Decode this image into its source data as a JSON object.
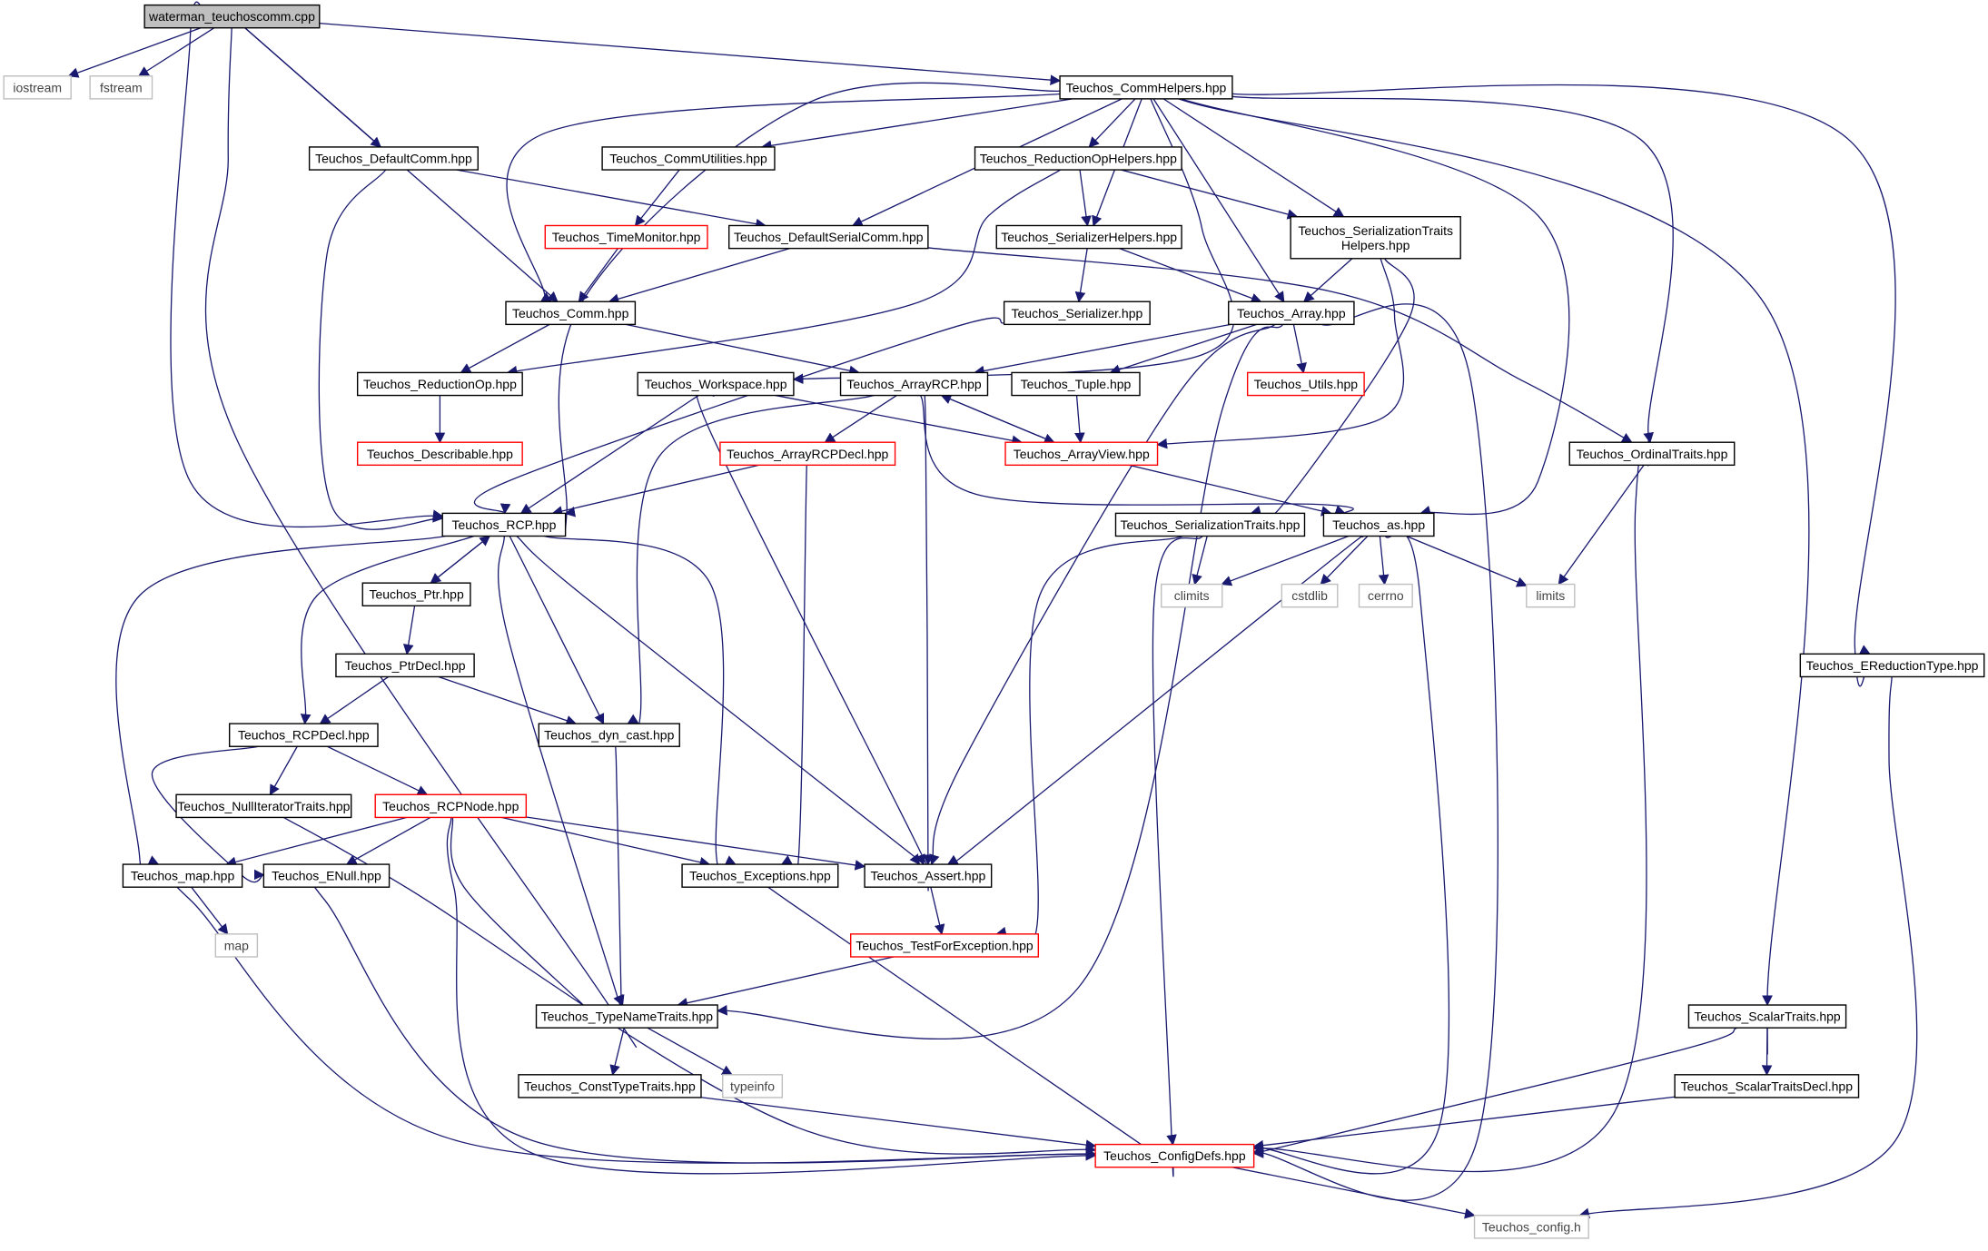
{
  "colors": {
    "edge": "#191970",
    "border_black": "#000000",
    "border_red": "#ff0000",
    "border_gray": "#bfbfbf",
    "root_fill": "#bfbfbf",
    "text": "#000000"
  },
  "nodes": [
    {
      "id": "n0",
      "label": "waterman_teuchoscomm.cpp",
      "kind": "root"
    },
    {
      "id": "n1",
      "label": "iostream",
      "kind": "system"
    },
    {
      "id": "n2",
      "label": "fstream",
      "kind": "system"
    },
    {
      "id": "n3",
      "label": "Teuchos_CommHelpers.hpp",
      "kind": "normal"
    },
    {
      "id": "n4",
      "label": "Teuchos_DefaultComm.hpp",
      "kind": "normal"
    },
    {
      "id": "n5",
      "label": "Teuchos_CommUtilities.hpp",
      "kind": "normal"
    },
    {
      "id": "n6",
      "label": "Teuchos_ReductionOpHelpers.hpp",
      "kind": "normal"
    },
    {
      "id": "n7",
      "label": "Teuchos_TimeMonitor.hpp",
      "kind": "truncated"
    },
    {
      "id": "n8",
      "label": "Teuchos_DefaultSerialComm.hpp",
      "kind": "normal"
    },
    {
      "id": "n9",
      "label": "Teuchos_SerializerHelpers.hpp",
      "kind": "normal"
    },
    {
      "id": "n10",
      "label": [
        "Teuchos_SerializationTraits",
        "Helpers.hpp"
      ],
      "kind": "normal"
    },
    {
      "id": "n11",
      "label": "Teuchos_Comm.hpp",
      "kind": "normal"
    },
    {
      "id": "n12",
      "label": "Teuchos_Serializer.hpp",
      "kind": "normal"
    },
    {
      "id": "n13",
      "label": "Teuchos_Array.hpp",
      "kind": "normal"
    },
    {
      "id": "n14",
      "label": "Teuchos_ReductionOp.hpp",
      "kind": "normal"
    },
    {
      "id": "n15",
      "label": "Teuchos_Workspace.hpp",
      "kind": "normal"
    },
    {
      "id": "n16",
      "label": "Teuchos_ArrayRCP.hpp",
      "kind": "normal"
    },
    {
      "id": "n17",
      "label": "Teuchos_Tuple.hpp",
      "kind": "normal"
    },
    {
      "id": "n18",
      "label": "Teuchos_Utils.hpp",
      "kind": "truncated"
    },
    {
      "id": "n19",
      "label": "Teuchos_Describable.hpp",
      "kind": "truncated"
    },
    {
      "id": "n20",
      "label": "Teuchos_ArrayRCPDecl.hpp",
      "kind": "truncated"
    },
    {
      "id": "n21",
      "label": "Teuchos_ArrayView.hpp",
      "kind": "truncated"
    },
    {
      "id": "n22",
      "label": "Teuchos_OrdinalTraits.hpp",
      "kind": "normal"
    },
    {
      "id": "n23",
      "label": "Teuchos_RCP.hpp",
      "kind": "normal"
    },
    {
      "id": "n24",
      "label": "Teuchos_SerializationTraits.hpp",
      "kind": "normal"
    },
    {
      "id": "n25",
      "label": "Teuchos_as.hpp",
      "kind": "normal"
    },
    {
      "id": "n26",
      "label": "Teuchos_Ptr.hpp",
      "kind": "normal"
    },
    {
      "id": "n27",
      "label": "climits",
      "kind": "system"
    },
    {
      "id": "n28",
      "label": "cstdlib",
      "kind": "system"
    },
    {
      "id": "n29",
      "label": "cerrno",
      "kind": "system"
    },
    {
      "id": "n30",
      "label": "limits",
      "kind": "system"
    },
    {
      "id": "n31",
      "label": "Teuchos_PtrDecl.hpp",
      "kind": "normal"
    },
    {
      "id": "n32",
      "label": "Teuchos_EReductionType.hpp",
      "kind": "normal"
    },
    {
      "id": "n33",
      "label": "Teuchos_RCPDecl.hpp",
      "kind": "normal"
    },
    {
      "id": "n34",
      "label": "Teuchos_dyn_cast.hpp",
      "kind": "normal"
    },
    {
      "id": "n35",
      "label": "Teuchos_NullIteratorTraits.hpp",
      "kind": "normal"
    },
    {
      "id": "n36",
      "label": "Teuchos_RCPNode.hpp",
      "kind": "truncated"
    },
    {
      "id": "n37",
      "label": "Teuchos_map.hpp",
      "kind": "normal"
    },
    {
      "id": "n38",
      "label": "Teuchos_ENull.hpp",
      "kind": "normal"
    },
    {
      "id": "n39",
      "label": "Teuchos_Exceptions.hpp",
      "kind": "normal"
    },
    {
      "id": "n40",
      "label": "Teuchos_Assert.hpp",
      "kind": "normal"
    },
    {
      "id": "n41",
      "label": "map",
      "kind": "system"
    },
    {
      "id": "n42",
      "label": "Teuchos_TestForException.hpp",
      "kind": "truncated"
    },
    {
      "id": "n43",
      "label": "Teuchos_TypeNameTraits.hpp",
      "kind": "normal"
    },
    {
      "id": "n44",
      "label": "Teuchos_ScalarTraits.hpp",
      "kind": "normal"
    },
    {
      "id": "n45",
      "label": "Teuchos_ConstTypeTraits.hpp",
      "kind": "normal"
    },
    {
      "id": "n46",
      "label": "typeinfo",
      "kind": "system"
    },
    {
      "id": "n47",
      "label": "Teuchos_ScalarTraitsDecl.hpp",
      "kind": "normal"
    },
    {
      "id": "n48",
      "label": "Teuchos_ConfigDefs.hpp",
      "kind": "truncated"
    },
    {
      "id": "n49",
      "label": "Teuchos_config.h",
      "kind": "system"
    }
  ],
  "edges": [
    [
      "n0",
      "n1"
    ],
    [
      "n0",
      "n2"
    ],
    [
      "n0",
      "n3"
    ],
    [
      "n0",
      "n4"
    ],
    [
      "n0",
      "n11"
    ],
    [
      "n0",
      "n23"
    ],
    [
      "n0",
      "n43"
    ],
    [
      "n3",
      "n5"
    ],
    [
      "n3",
      "n6"
    ],
    [
      "n3",
      "n8"
    ],
    [
      "n3",
      "n9"
    ],
    [
      "n3",
      "n10"
    ],
    [
      "n3",
      "n11"
    ],
    [
      "n3",
      "n13"
    ],
    [
      "n3",
      "n15"
    ],
    [
      "n3",
      "n22"
    ],
    [
      "n3",
      "n25"
    ],
    [
      "n3",
      "n32"
    ],
    [
      "n3",
      "n44"
    ],
    [
      "n3",
      "n23"
    ],
    [
      "n4",
      "n8"
    ],
    [
      "n4",
      "n23"
    ],
    [
      "n5",
      "n7"
    ],
    [
      "n6",
      "n9"
    ],
    [
      "n6",
      "n10"
    ],
    [
      "n6",
      "n14"
    ],
    [
      "n7",
      "n11"
    ],
    [
      "n8",
      "n11"
    ],
    [
      "n8",
      "n22"
    ],
    [
      "n9",
      "n12"
    ],
    [
      "n9",
      "n13"
    ],
    [
      "n10",
      "n13"
    ],
    [
      "n10",
      "n21"
    ],
    [
      "n10",
      "n24"
    ],
    [
      "n11",
      "n14"
    ],
    [
      "n11",
      "n16"
    ],
    [
      "n12",
      "n23"
    ],
    [
      "n13",
      "n16"
    ],
    [
      "n13",
      "n17"
    ],
    [
      "n13",
      "n18"
    ],
    [
      "n13",
      "n40"
    ],
    [
      "n13",
      "n43"
    ],
    [
      "n13",
      "n48"
    ],
    [
      "n14",
      "n19"
    ],
    [
      "n15",
      "n21"
    ],
    [
      "n15",
      "n23"
    ],
    [
      "n15",
      "n40"
    ],
    [
      "n16",
      "n20"
    ],
    [
      "n16",
      "n21"
    ],
    [
      "n16",
      "n25"
    ],
    [
      "n16",
      "n34"
    ],
    [
      "n16",
      "n40"
    ],
    [
      "n17",
      "n21"
    ],
    [
      "n20",
      "n23"
    ],
    [
      "n20",
      "n39"
    ],
    [
      "n21",
      "n16"
    ],
    [
      "n21",
      "n25"
    ],
    [
      "n22",
      "n30"
    ],
    [
      "n22",
      "n48"
    ],
    [
      "n23",
      "n26"
    ],
    [
      "n23",
      "n33"
    ],
    [
      "n23",
      "n34"
    ],
    [
      "n23",
      "n37"
    ],
    [
      "n23",
      "n39"
    ],
    [
      "n23",
      "n40"
    ],
    [
      "n23",
      "n43"
    ],
    [
      "n24",
      "n27"
    ],
    [
      "n24",
      "n42"
    ],
    [
      "n24",
      "n48"
    ],
    [
      "n25",
      "n27"
    ],
    [
      "n25",
      "n28"
    ],
    [
      "n25",
      "n29"
    ],
    [
      "n25",
      "n30"
    ],
    [
      "n25",
      "n40"
    ],
    [
      "n25",
      "n48"
    ],
    [
      "n26",
      "n23"
    ],
    [
      "n26",
      "n31"
    ],
    [
      "n31",
      "n33"
    ],
    [
      "n31",
      "n34"
    ],
    [
      "n32",
      "n49"
    ],
    [
      "n33",
      "n35"
    ],
    [
      "n33",
      "n36"
    ],
    [
      "n33",
      "n38"
    ],
    [
      "n34",
      "n43"
    ],
    [
      "n35",
      "n48"
    ],
    [
      "n36",
      "n37"
    ],
    [
      "n36",
      "n38"
    ],
    [
      "n36",
      "n39"
    ],
    [
      "n36",
      "n40"
    ],
    [
      "n36",
      "n43"
    ],
    [
      "n36",
      "n48"
    ],
    [
      "n37",
      "n41"
    ],
    [
      "n37",
      "n48"
    ],
    [
      "n38",
      "n48"
    ],
    [
      "n39",
      "n48"
    ],
    [
      "n40",
      "n42"
    ],
    [
      "n42",
      "n43"
    ],
    [
      "n43",
      "n45"
    ],
    [
      "n43",
      "n46"
    ],
    [
      "n44",
      "n47"
    ],
    [
      "n44",
      "n48"
    ],
    [
      "n45",
      "n48"
    ],
    [
      "n47",
      "n48"
    ],
    [
      "n48",
      "n49"
    ]
  ]
}
